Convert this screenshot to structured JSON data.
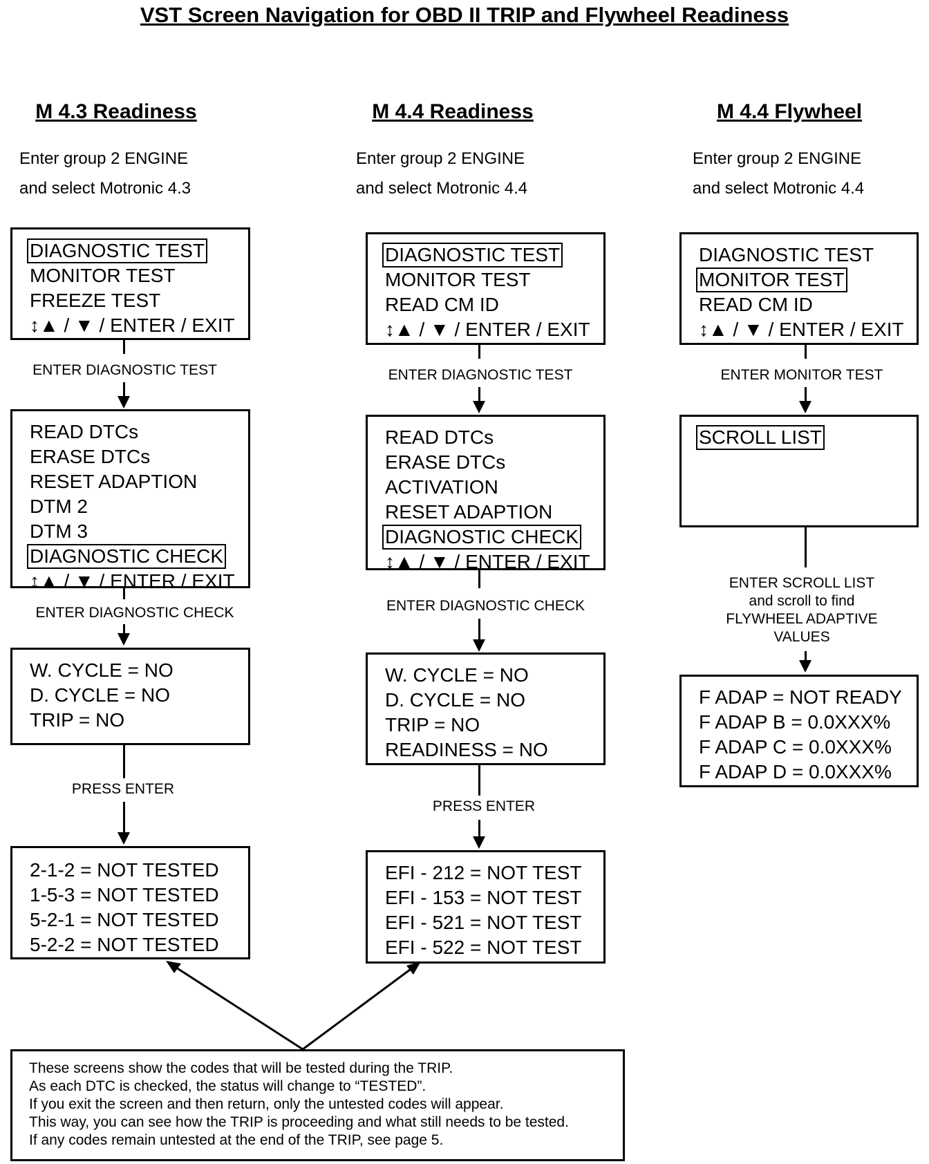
{
  "title": "VST Screen Navigation for OBD II TRIP and Flywheel Readiness",
  "columns": [
    {
      "heading": "M 4.3 Readiness",
      "intro": [
        "Enter group 2 ENGINE",
        "and select Motronic 4.3"
      ],
      "screen1": [
        "DIAGNOSTIC TEST",
        "MONITOR TEST",
        "FREEZE TEST",
        "↕▲ / ▼ / ENTER / EXIT"
      ],
      "step1": "ENTER DIAGNOSTIC TEST",
      "screen2": [
        "READ DTCs",
        "ERASE DTCs",
        "RESET ADAPTION",
        "DTM 2",
        "DTM 3",
        "DIAGNOSTIC CHECK",
        "↕▲ / ▼ / ENTER / EXIT"
      ],
      "step2": "ENTER DIAGNOSTIC CHECK",
      "screen3": [
        "W. CYCLE  =  NO",
        "D. CYCLE  = NO",
        "TRIP  =  NO"
      ],
      "step3": "PRESS ENTER",
      "screen4": [
        "2-1-2 = NOT TESTED",
        "1-5-3 = NOT TESTED",
        "5-2-1 = NOT TESTED",
        "5-2-2 = NOT TESTED"
      ]
    },
    {
      "heading": "M 4.4 Readiness",
      "intro": [
        "Enter group 2 ENGINE",
        "and select Motronic 4.4"
      ],
      "screen1": [
        "DIAGNOSTIC TEST",
        "MONITOR TEST",
        "READ CM ID",
        "↕▲ / ▼ / ENTER / EXIT"
      ],
      "step1": "ENTER DIAGNOSTIC TEST",
      "screen2": [
        "READ DTCs",
        "ERASE DTCs",
        "ACTIVATION",
        "RESET ADAPTION",
        "DIAGNOSTIC CHECK",
        "↕▲ / ▼ / ENTER / EXIT"
      ],
      "step2": "ENTER DIAGNOSTIC CHECK",
      "screen3": [
        "W. CYCLE  =  NO",
        "D. CYCLE  = NO",
        "TRIP  =  NO",
        "READINESS  =  NO"
      ],
      "step3": "PRESS ENTER",
      "screen4": [
        "EFI - 212 = NOT TEST",
        "EFI - 153 = NOT TEST",
        "EFI - 521 = NOT TEST",
        "EFI - 522 = NOT TEST"
      ]
    },
    {
      "heading": "M 4.4 Flywheel",
      "intro": [
        "Enter group 2 ENGINE",
        "and select Motronic 4.4"
      ],
      "screen1": [
        "DIAGNOSTIC TEST",
        "MONITOR TEST",
        "READ CM ID",
        "↕▲ / ▼ / ENTER / EXIT"
      ],
      "step1": "ENTER MONITOR TEST",
      "screen2": [
        "SCROLL LIST"
      ],
      "step2": [
        "ENTER SCROLL LIST",
        "and scroll to find",
        "FLYWHEEL ADAPTIVE",
        "VALUES"
      ],
      "screen3": [
        "F ADAP = NOT READY",
        "F ADAP B = 0.0XXX%",
        "F ADAP C = 0.0XXX%",
        "F ADAP D = 0.0XXX%"
      ]
    }
  ],
  "note": [
    "These screens show the codes that will be tested during the TRIP.",
    "As each DTC is checked, the status will change to “TESTED”.",
    "If you exit the screen and then return, only the untested codes will appear.",
    "This way, you can see how the TRIP is proceeding and what still needs to be tested.",
    "If any codes remain untested at the end of the TRIP, see page 5."
  ]
}
